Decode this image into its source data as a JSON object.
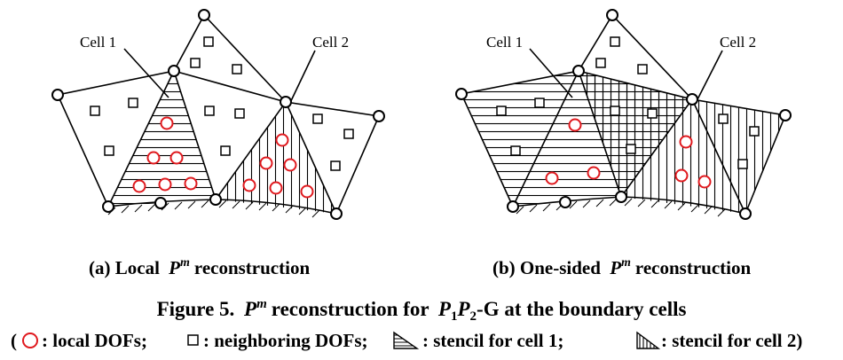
{
  "panels": [
    {
      "caption": "(a) Local",
      "cap_sym": "P",
      "cap_sup": "m",
      "cap_tail": "reconstruction",
      "cell1_label": "Cell 1",
      "cell2_label": "Cell 2"
    },
    {
      "caption": "(b) One-sided",
      "cap_sym": "P",
      "cap_sup": "m",
      "cap_tail": "reconstruction",
      "cell1_label": "Cell 1",
      "cell2_label": "Cell 2"
    }
  ],
  "figure": {
    "prefix": "Figure 5.",
    "sym": "P",
    "sup": "m",
    "mid": "reconstruction for",
    "p1": "P",
    "p1_sub": "1",
    "p2": "P",
    "p2_sub": "2",
    "tail": "-G at the boundary cells"
  },
  "legend": {
    "open": "(",
    "local": ": local DOFs;",
    "neighbor": ": neighboring DOFs;",
    "stencil1": ": stencil for cell 1;",
    "stencil2": ": stencil for cell 2)"
  },
  "colors": {
    "local_dof": "#e0191e",
    "lines": "#000000"
  }
}
